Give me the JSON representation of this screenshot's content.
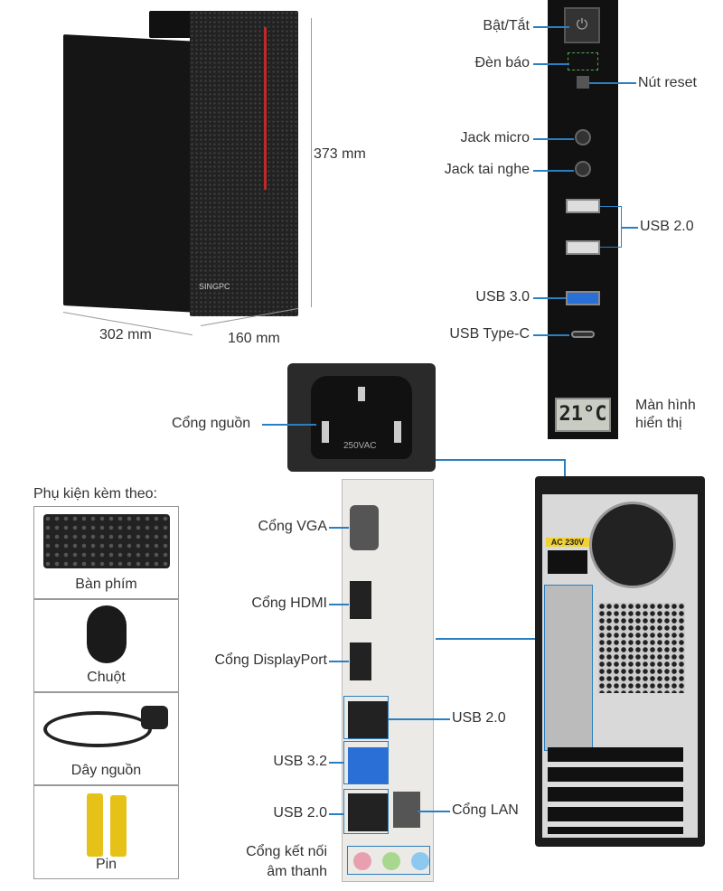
{
  "dimensions": {
    "height": "373 mm",
    "depth": "302 mm",
    "width": "160 mm"
  },
  "tower": {
    "brand": "SINGPC"
  },
  "front_panel": {
    "labels": {
      "power": "Bật/Tắt",
      "led": "Đèn báo",
      "reset": "Nút reset",
      "mic": "Jack micro",
      "headphone": "Jack tai nghe",
      "usb2": "USB 2.0",
      "usb3": "USB 3.0",
      "typec": "USB Type-C",
      "display_line1": "Màn hình",
      "display_line2": "hiển thị"
    },
    "display_value": "21°C"
  },
  "power_port": {
    "label": "Cổng nguồn",
    "rating": "250VAC"
  },
  "accessories": {
    "title": "Phụ kiện kèm theo:",
    "items": [
      {
        "label": "Bàn phím"
      },
      {
        "label": "Chuột"
      },
      {
        "label": "Dây nguồn"
      },
      {
        "label": "Pin"
      }
    ]
  },
  "rear_io": {
    "labels": {
      "vga": "Cổng VGA",
      "hdmi": "Cổng HDMI",
      "dp": "Cổng DisplayPort",
      "usb2_top": "USB 2.0",
      "usb32": "USB 3.2",
      "usb2_bottom": "USB 2.0",
      "lan": "Cổng LAN",
      "audio_line1": "Cổng kết nối",
      "audio_line2": "âm thanh"
    }
  },
  "rear_tower": {
    "psu_label": "AC 230V"
  },
  "colors": {
    "callout": "#2a7fc1",
    "usb3": "#2a6fd6"
  }
}
